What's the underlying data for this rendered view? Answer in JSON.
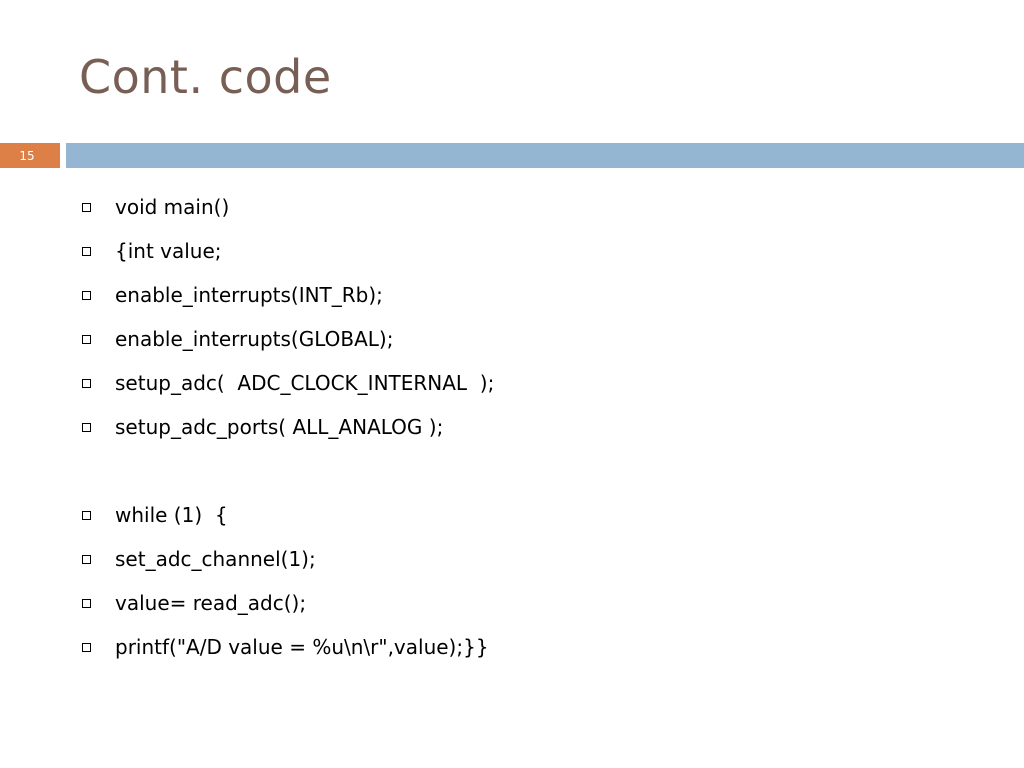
{
  "slide": {
    "title": "Cont. code",
    "number": "15",
    "colors": {
      "title": "#775F55",
      "number_box": "#DD8047",
      "header_bar": "#94B6D2"
    },
    "bullet_icon": "hollow-square-icon",
    "bullets": [
      "void main()",
      "{int value;",
      "enable_interrupts(INT_Rb);",
      "enable_interrupts(GLOBAL);",
      "setup_adc(  ADC_CLOCK_INTERNAL  );",
      "setup_adc_ports( ALL_ANALOG );",
      "while (1)  {",
      "set_adc_channel(1);",
      "value= read_adc();",
      "printf(\"A/D value = %u\\n\\r\",value);}}"
    ]
  }
}
